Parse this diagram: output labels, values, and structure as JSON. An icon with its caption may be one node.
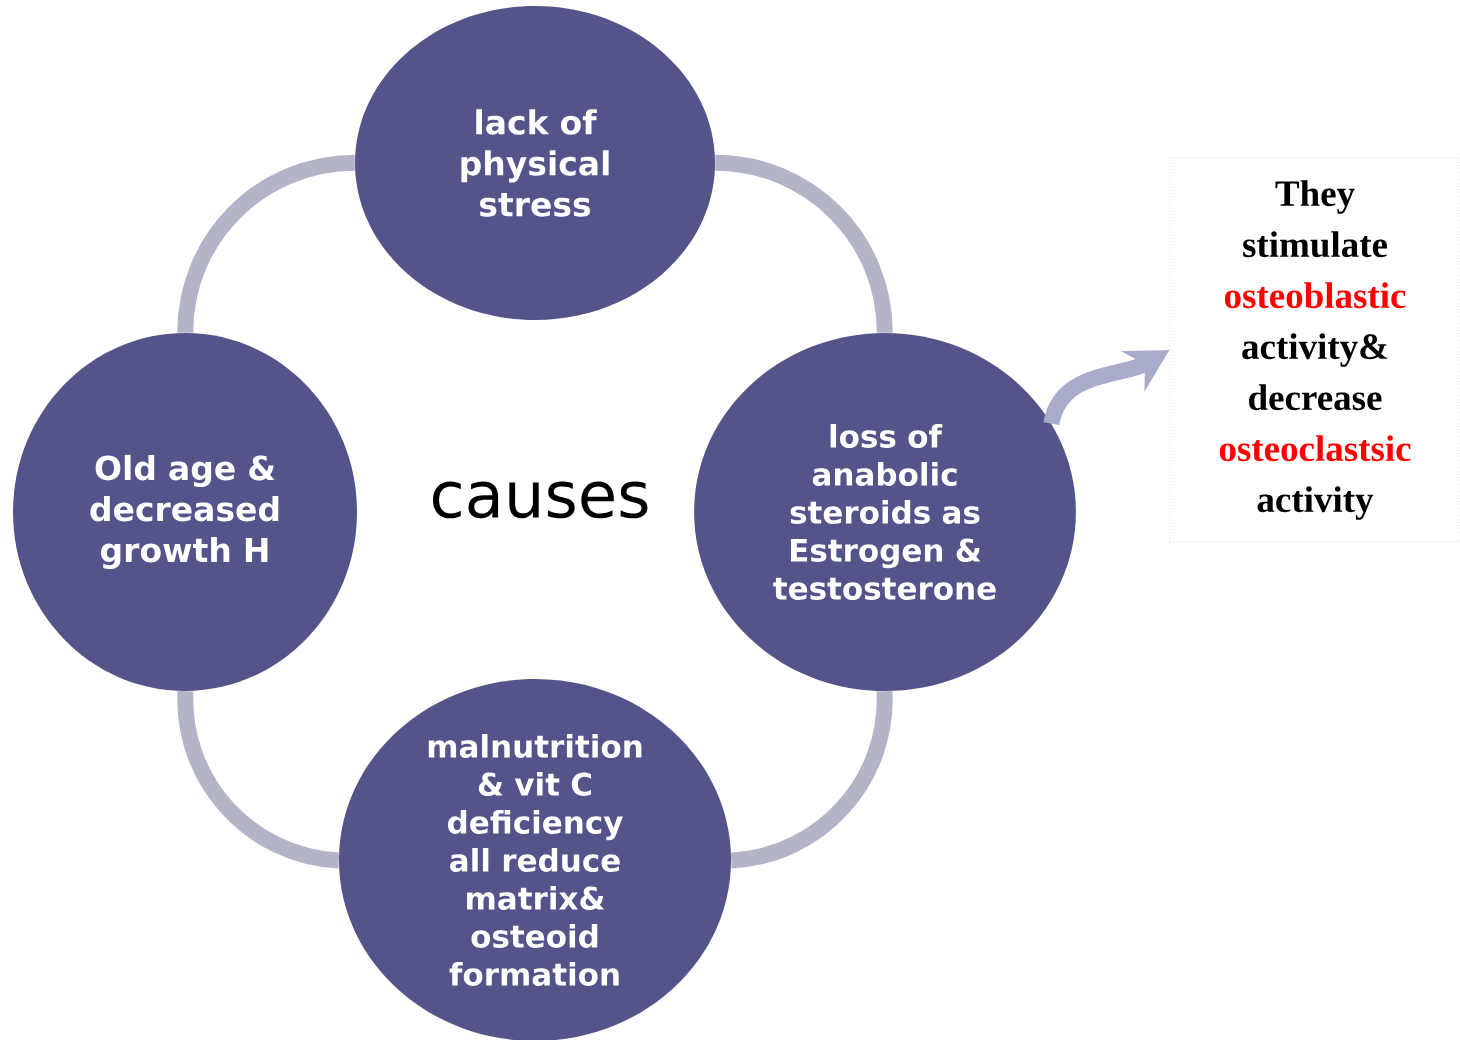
{
  "diagram": {
    "nodes": [
      {
        "text": [
          "lack of physical stress"
        ]
      },
      {
        "text": [
          "Old age & decreased growth H"
        ]
      },
      {
        "text": [
          "loss of anabolic steroids as Estrogen & testosterone"
        ]
      },
      {
        "text": [
          "malnutrition & vit C deficiency all reduce matrix& osteoid formation"
        ]
      },
      {
        "text": [
          "They stimulate",
          "osteoblastic",
          "activity& decrease",
          "osteoclastsic",
          "activity"
        ]
      }
    ],
    "edges": [
      {
        "from": 0,
        "to": 2,
        "arrow": "none"
      },
      {
        "from": 2,
        "to": 3,
        "arrow": "none"
      },
      {
        "from": 3,
        "to": 1,
        "arrow": "none"
      },
      {
        "from": 1,
        "to": 0,
        "arrow": "none"
      },
      {
        "from": 2,
        "to": 4,
        "arrow": "to",
        "color": "#a9abcb"
      }
    ],
    "labels": [
      "causes"
    ]
  }
}
